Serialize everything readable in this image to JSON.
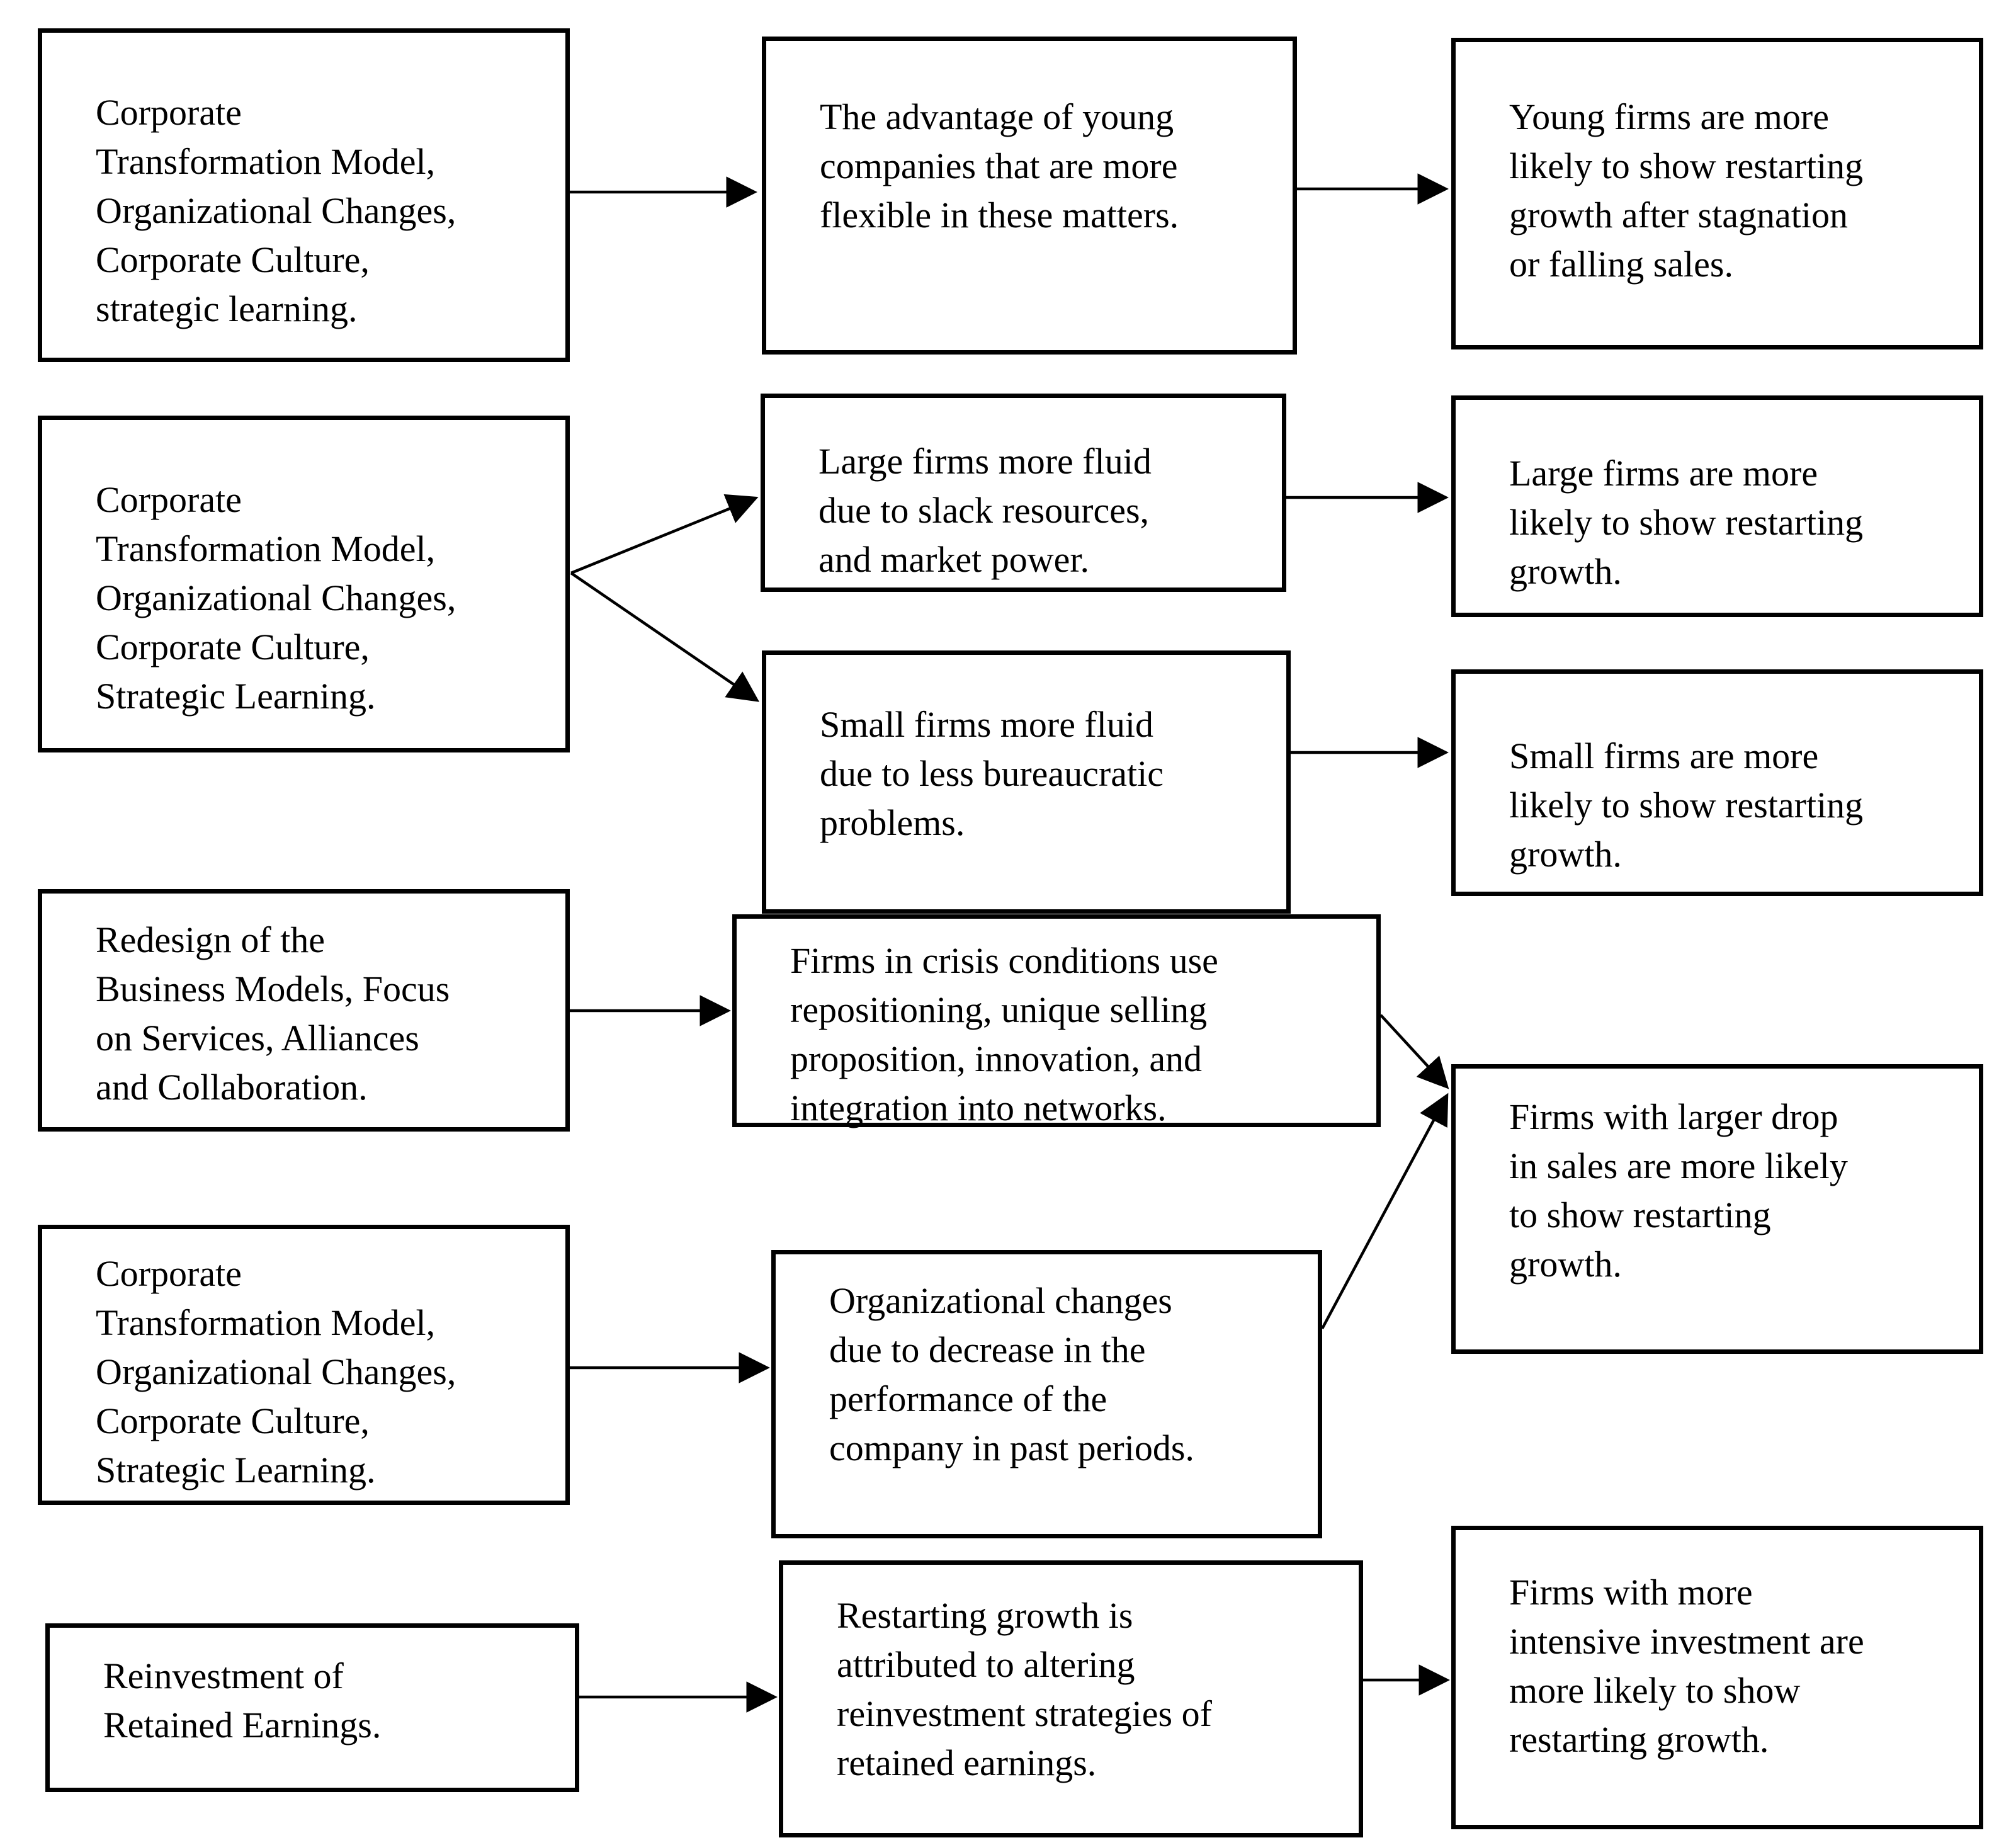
{
  "diagram": {
    "title_hint": "Conceptual framework: antecedents, mediators and restarting-growth hypotheses",
    "colors": {
      "background": "#ffffff",
      "box_border": "#000000",
      "text": "#000000",
      "arrow": "#000000"
    },
    "nodes": {
      "l1": {
        "text": "Corporate\nTransformation Model,\nOrganizational Changes,\nCorporate Culture,\nstrategic learning."
      },
      "m1": {
        "text": "The advantage of young\ncompanies that are more\nflexible in these matters."
      },
      "r1": {
        "text": "Young firms are more\nlikely to show restarting\ngrowth after stagnation\nor falling sales."
      },
      "l2": {
        "text": "Corporate\nTransformation Model,\nOrganizational Changes,\nCorporate Culture,\nStrategic Learning."
      },
      "m2a": {
        "text": "Large firms more fluid\ndue to slack resources,\nand market power."
      },
      "r2a": {
        "text": "Large firms are more\nlikely to show restarting\ngrowth."
      },
      "m2b": {
        "text": "Small firms more fluid\ndue to less bureaucratic\nproblems."
      },
      "r2b": {
        "text": "Small firms are more\nlikely to show restarting\ngrowth."
      },
      "l3": {
        "text": "Redesign of the\nBusiness Models, Focus\non Services, Alliances\nand Collaboration."
      },
      "m3": {
        "text": "Firms in crisis conditions use\nrepositioning, unique selling\nproposition, innovation, and\nintegration into networks."
      },
      "l4": {
        "text": "Corporate\nTransformation Model,\nOrganizational Changes,\nCorporate Culture,\nStrategic Learning."
      },
      "m4": {
        "text": "Organizational changes\ndue to decrease in the\nperformance of the\ncompany in past periods."
      },
      "r34": {
        "text": "Firms with larger drop\nin sales are more likely\nto show restarting\ngrowth."
      },
      "l5": {
        "text": "Reinvestment of\nRetained Earnings."
      },
      "m5": {
        "text": "Restarting growth is\nattributed to altering\nreinvestment strategies of\nretained earnings."
      },
      "r5": {
        "text": "Firms with more\nintensive investment are\nmore likely to show\nrestarting growth."
      }
    },
    "connections": [
      {
        "from": "l1",
        "to": "m1"
      },
      {
        "from": "m1",
        "to": "r1"
      },
      {
        "from": "l2",
        "to": "m2a"
      },
      {
        "from": "l2",
        "to": "m2b"
      },
      {
        "from": "m2a",
        "to": "r2a"
      },
      {
        "from": "m2b",
        "to": "r2b"
      },
      {
        "from": "l3",
        "to": "m3"
      },
      {
        "from": "m3",
        "to": "r34"
      },
      {
        "from": "l4",
        "to": "m4"
      },
      {
        "from": "m4",
        "to": "r34"
      },
      {
        "from": "l5",
        "to": "m5"
      },
      {
        "from": "m5",
        "to": "r5"
      }
    ]
  }
}
